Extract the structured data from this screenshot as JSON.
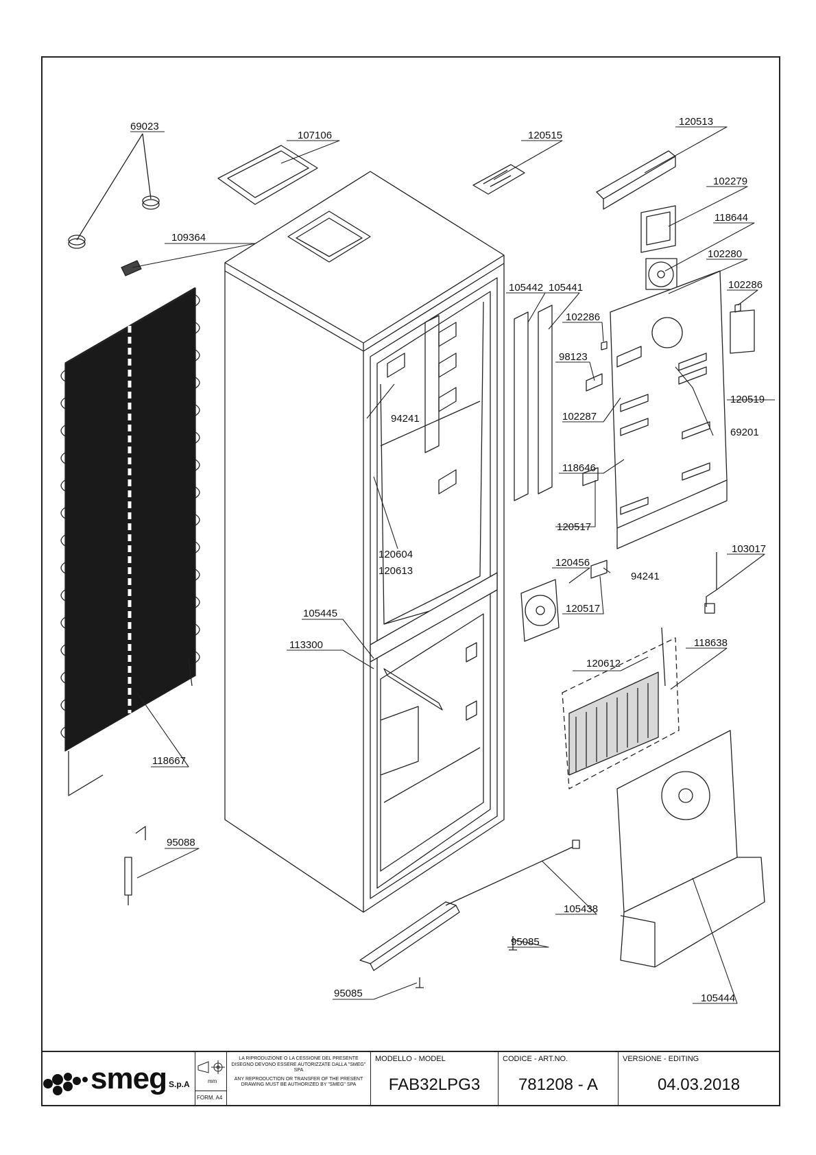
{
  "parts": {
    "p69023": "69023",
    "p107106": "107106",
    "p109364": "109364",
    "p120515": "120515",
    "p120513": "120513",
    "p102279": "102279",
    "p118644": "118644",
    "p102280": "102280",
    "p102286a": "102286",
    "p102286b": "102286",
    "p105442": "105442",
    "p105441": "105441",
    "p98123": "98123",
    "p120519": "120519",
    "p102287": "102287",
    "p69201": "69201",
    "p94241a": "94241",
    "p94241b": "94241",
    "p118646": "118646",
    "p120517a": "120517",
    "p120517b": "120517",
    "p103017": "103017",
    "p120604": "120604",
    "p120613": "120613",
    "p120456": "120456",
    "p105445": "105445",
    "p113300": "113300",
    "p118638": "118638",
    "p120612": "120612",
    "p118667": "118667",
    "p95088": "95088",
    "p105438": "105438",
    "p95085a": "95085",
    "p95085b": "95085",
    "p105444": "105444"
  },
  "titleblock": {
    "brand": "smeg",
    "brand_suffix": "S.p.A",
    "unit": "mm",
    "format": "FORM. A4",
    "notice_it": "LA RIPRODUZIONE O LA CESSIONE DEL PRESENTE DISEGNO DEVONO ESSERE AUTORIZZATE DALLA \"SMEG\" SPA",
    "notice_en": "ANY REPRODUCTION OR TRANSFER OF THE PRESENT DRAWING MUST BE AUTHORIZED BY \"SMEG\" SPA",
    "model_header": "MODELLO - MODEL",
    "model_value": "FAB32LPG3",
    "code_header": "CODICE - ART.NO.",
    "code_value": "781208 - A",
    "version_header": "VERSIONE - EDITING",
    "version_value": "04.03.2018"
  }
}
